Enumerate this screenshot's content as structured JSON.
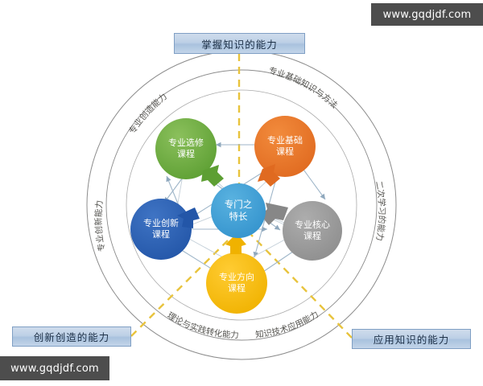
{
  "page": {
    "background": "#ffffff"
  },
  "watermarks": [
    {
      "name": "watermark-top-right",
      "text": "www.gqdjdf.com",
      "color": "#4d4d4d"
    },
    {
      "name": "watermark-bottom-left",
      "text": "www.gqdjdf.com",
      "color": "#4d4d4d"
    }
  ],
  "callouts": {
    "top": "掌握知识的能力",
    "bottom_left": "创新创造的能力",
    "bottom_right": "应用知识的能力",
    "box_fill": "#bdd0e6",
    "box_border": "#7f9fc4",
    "text_color": "#1d3047"
  },
  "ring_labels": {
    "top_left": "专业创造能力",
    "top_right": "专业基础知识与方法",
    "left": "专业创新能力",
    "right": "二次学习的能力",
    "bottom_left": "理论与实践转化能力",
    "bottom_right": "知识技术应用能力",
    "color": "#54534f"
  },
  "center_node": {
    "label_line1": "专门之",
    "label_line2": "特长",
    "color": "#3e9fd6",
    "text_color": "#ffffff"
  },
  "nodes": [
    {
      "id": "elective",
      "line1": "专业选修",
      "line2": "课程",
      "color": "#63a537",
      "arrow_color": "#63a537",
      "text_color": "#ffffff"
    },
    {
      "id": "foundation",
      "line1": "专业基础",
      "line2": "课程",
      "color": "#e8742a",
      "arrow_color": "#e8742a",
      "text_color": "#ffffff"
    },
    {
      "id": "core",
      "line1": "专业核心",
      "line2": "课程",
      "color": "#9a9a9a",
      "arrow_color": "#878787",
      "text_color": "#ffffff"
    },
    {
      "id": "direction",
      "line1": "专业方向",
      "line2": "课程",
      "color": "#f5bc20",
      "arrow_color": "#f5bc20",
      "text_color": "#ffffff"
    },
    {
      "id": "innovation",
      "line1": "专业创新",
      "line2": "课程",
      "color": "#2a62b5",
      "arrow_color": "#2a62b5",
      "text_color": "#ffffff"
    }
  ],
  "guides": {
    "dashed_color": "#e8c33c",
    "ring_stroke": "#8c8c8c",
    "connector_stroke": "#9fb6c9"
  },
  "chart_data": {
    "type": "diagram",
    "title": "专业课程体系与能力结构图",
    "center": "专门之特长",
    "petals": [
      "专业选修课程",
      "专业基础课程",
      "专业核心课程",
      "专业方向课程",
      "专业创新课程"
    ],
    "outer_capabilities": [
      "掌握知识的能力",
      "创新创造的能力",
      "应用知识的能力"
    ],
    "ring_capabilities": [
      "专业创造能力",
      "专业基础知识与方法",
      "专业创新能力",
      "二次学习的能力",
      "理论与实践转化能力",
      "知识技术应用能力"
    ]
  }
}
